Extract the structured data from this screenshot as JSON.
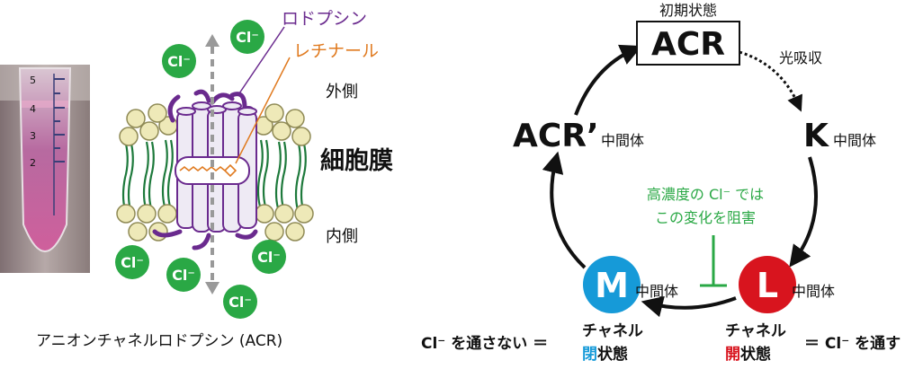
{
  "tube": {
    "scale_labels": [
      "5",
      "4",
      "3",
      "2"
    ]
  },
  "left_panel": {
    "label_rhodopsin": "ロドプシン",
    "label_retinal": "レチナール",
    "label_outside": "外側",
    "label_membrane": "細胞膜",
    "label_inside": "内側",
    "chloride": "Cl⁻",
    "caption": "アニオンチャネルロドプシン (ACR)"
  },
  "cycle": {
    "initial_state_label": "初期状態",
    "acr_label": "ACR",
    "light_absorption": "光吸収",
    "k_letter": "K",
    "acr_prime_letter": "ACR’",
    "m_letter": "M",
    "l_letter": "L",
    "intermediate": "中間体",
    "inhibition_line1": "高濃度の Cl⁻ では",
    "inhibition_line2": "この変化を阻害",
    "m_caption_left": "Cl⁻ を通さない ＝",
    "m_caption_right_1": "チャネル",
    "m_caption_right_2a": "閉",
    "m_caption_right_2b": "状態",
    "l_caption_left_1": "チャネル",
    "l_caption_left_2a": "開",
    "l_caption_left_2b": "状態",
    "l_caption_right": "＝ Cl⁻ を通す"
  },
  "colors": {
    "rhodopsin": "#6a2a8e",
    "retinal": "#e07a1f",
    "chloride": "#2aa845",
    "m_state": "#169ad8",
    "l_state": "#d8141e",
    "inhibition": "#2aa845",
    "lipid_head": "#eee9b8",
    "lipid_tail": "#1e7a3c"
  }
}
